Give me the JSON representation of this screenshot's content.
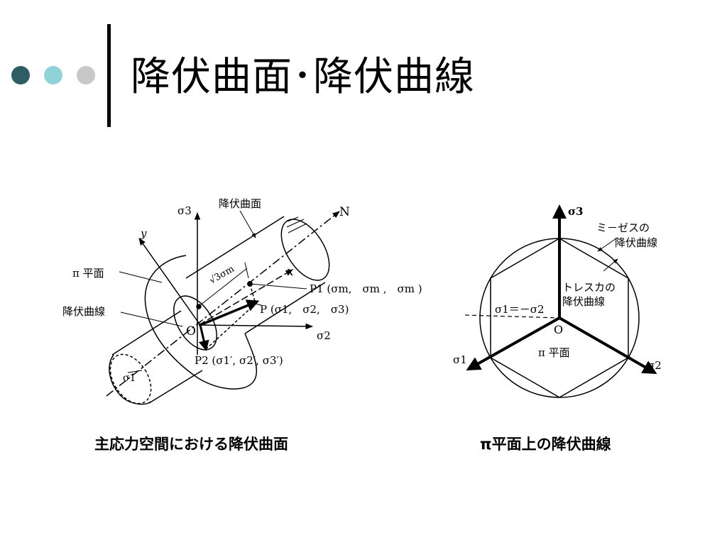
{
  "header": {
    "title": "降伏曲面･降伏曲線",
    "dot_colors": [
      "#2e5d66",
      "#8fd3d8",
      "#c8c8c8"
    ]
  },
  "left_figure": {
    "caption": "主応力空間における降伏曲面",
    "labels": {
      "sigma3": "σ3",
      "surface": "降伏曲面",
      "n_axis": "N",
      "y_axis": "y",
      "x_axis": "x",
      "pi_plane": "π 平面",
      "sqrt3": "√3σm",
      "p1": "P1 (σm,　σm ,　σm )",
      "p": "P (σ1,　σ2,　σ3)",
      "yield_curve": "降伏曲線",
      "origin": "O",
      "sigma2": "σ2",
      "p2": "P2 (σ1′, σ2′, σ3′)",
      "sigma1": "σ1"
    }
  },
  "right_figure": {
    "caption": "π平面上の降伏曲線",
    "labels": {
      "sigma3": "σ3",
      "mises_1": "ミ－ゼスの",
      "mises_2": "降伏曲線",
      "tresca_1": "トレスカの",
      "tresca_2": "降伏曲線",
      "equation": "σ1＝－σ2",
      "origin": "O",
      "pi_plane": "π 平面",
      "sigma1": "σ1",
      "sigma2": "σ2"
    }
  }
}
